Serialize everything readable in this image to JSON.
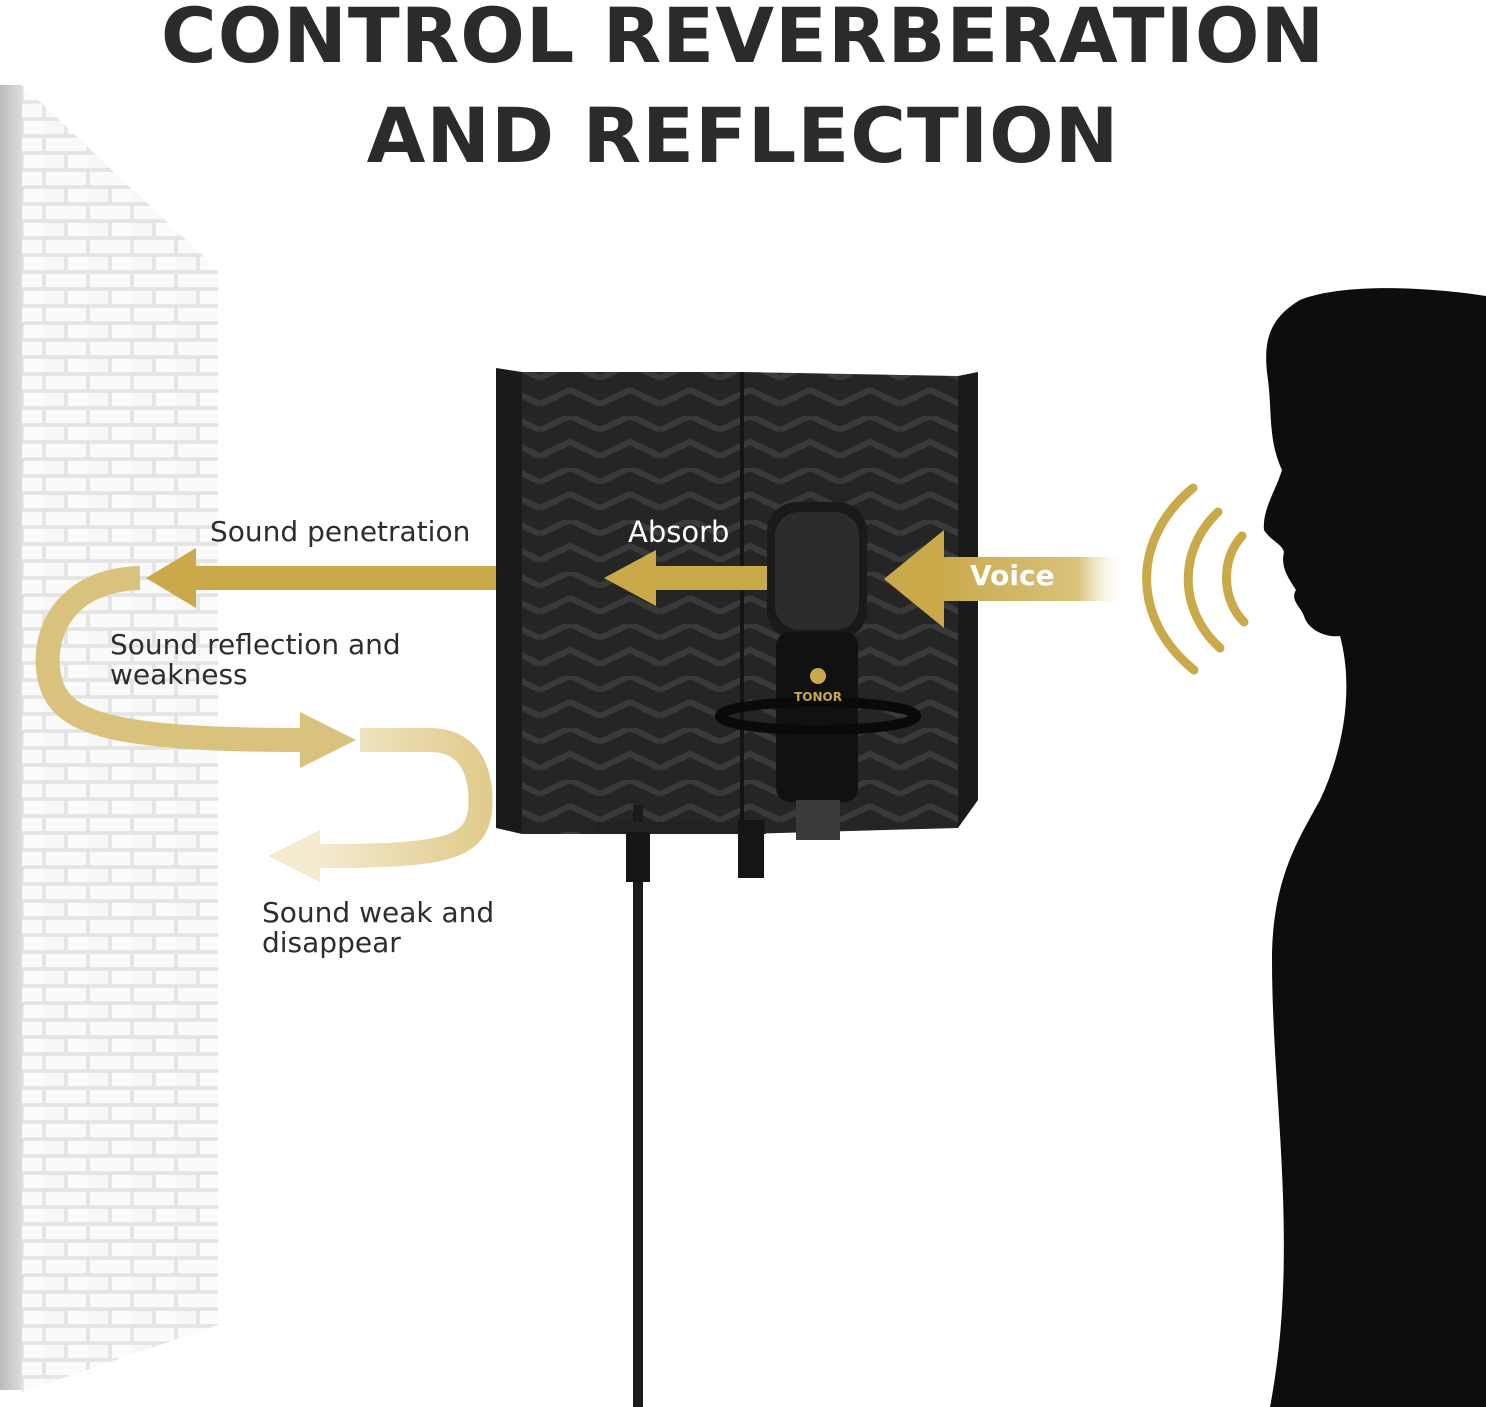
{
  "heading": {
    "line1": "CONTROL REVERBERATION",
    "line2": "AND REFLECTION"
  },
  "labels": {
    "sound_penetration": "Sound penetration",
    "sound_reflection_line1": "Sound reflection and",
    "sound_reflection_line2": "weakness",
    "sound_weak_line1": "Sound weak and",
    "sound_weak_line2": "disappear",
    "absorb": "Absorb",
    "voice": "Voice"
  },
  "brand": {
    "mic_logo_text": "TONOR"
  },
  "colors": {
    "gold": "#c9a94a",
    "gold_light": "#e8d8a4",
    "foam": "#232323",
    "silhouette": "#0d0d0d",
    "title": "#2b2b2b"
  }
}
